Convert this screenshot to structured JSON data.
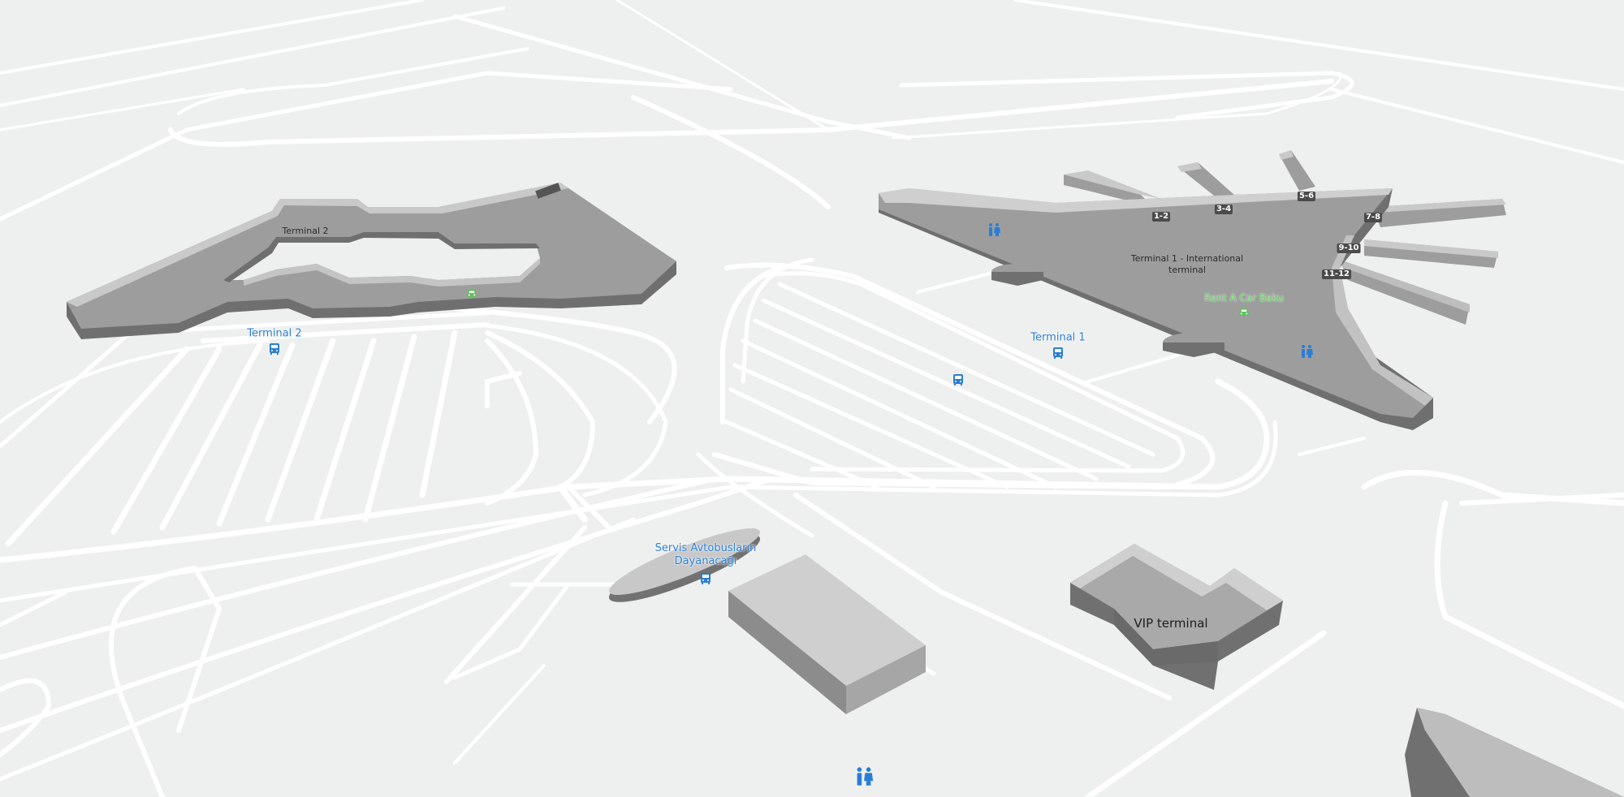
{
  "map": {
    "buildings": {
      "terminal2_roof": "Terminal 2",
      "terminal1_roof_line1": "Terminal 1 - International",
      "terminal1_roof_line2": "terminal",
      "vip": "VIP terminal"
    },
    "transit_labels": {
      "terminal2_stop": "Terminal 2",
      "terminal1_stop": "Terminal 1",
      "service_bus_line1": "Servis Avtobusların",
      "service_bus_line2": "Dayanacağı"
    },
    "rental_label": "Rent A Car Baku",
    "gates": [
      "1-2",
      "3-4",
      "5-6",
      "7-8",
      "9-10",
      "11-12"
    ],
    "colors": {
      "background": "#eef0f0",
      "road": "#ffffff",
      "building_roof": "#9a9a9a",
      "building_wall": "#707070",
      "transit_blue": "#2a7dd6",
      "rental_green": "#6fcf6a"
    },
    "icons": [
      "bus-stop-icon",
      "restroom-icon",
      "car-rental-icon"
    ]
  }
}
